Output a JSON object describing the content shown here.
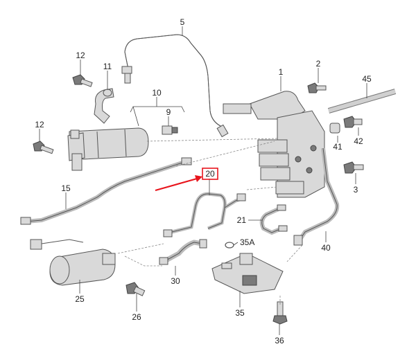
{
  "diagram": {
    "highlight_color": "#e8141c",
    "highlighted_part": "20",
    "labels": {
      "p1": "1",
      "p2": "2",
      "p3": "3",
      "p5": "5",
      "p9": "9",
      "p10": "10",
      "p11": "11",
      "p12a": "12",
      "p12b": "12",
      "p15": "15",
      "p20": "20",
      "p21": "21",
      "p25": "25",
      "p26": "26",
      "p30": "30",
      "p35": "35",
      "p35a": "35A",
      "p36": "36",
      "p40": "40",
      "p41": "41",
      "p42": "42",
      "p45": "45"
    }
  }
}
